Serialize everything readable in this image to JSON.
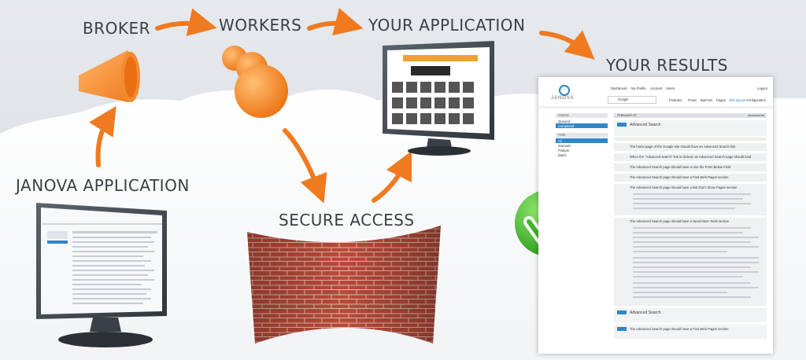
{
  "diagram": {
    "labels": {
      "broker": "BROKER",
      "workers": "WORKERS",
      "your_application": "YOUR APPLICATION",
      "your_results": "YOUR RESULTS",
      "janova_application": "JANOVA APPLICATION",
      "secure_access": "SECURE ACCESS"
    }
  },
  "results_report": {
    "logo": "JANOVA",
    "nav": [
      "Dashboard",
      "My Profile",
      "Account",
      "Users",
      "Logout"
    ],
    "project": "Google",
    "tabs": [
      "Features",
      "Flows",
      "Batches",
      "Pages",
      "Test Queue",
      "Configuration"
    ],
    "status_header": "STATUS",
    "status_items": [
      "Queued",
      "Completed"
    ],
    "type_header": "TYPE",
    "type_items": [
      "All",
      "Scenario",
      "Feature",
      "Batch"
    ],
    "date_header": "FEBRUARY 25",
    "download": "download list",
    "feature_title": "Advanced Search",
    "scenarios": [
      "The home page of the Google site should have an Advanced Search link",
      "When the \"Advanced search\" link is clicked, an Advanced Search page should load",
      "The Advanced Search page should have a Use the Form Below Field",
      "The Advanced Search page should have a Find Web Pages section",
      "The Advanced Search page should have a But Don't Show Pages section",
      "The Advanced Search page should have a Need More Tools section"
    ],
    "footer_features": [
      "Advanced Search",
      "The Advanced Search page should have a Find Web Pages section"
    ]
  },
  "colors": {
    "arrow": "#f07a1f",
    "brick": "#b94a3a",
    "check_green": "#3fb52a",
    "accent_blue": "#2f86c8"
  }
}
